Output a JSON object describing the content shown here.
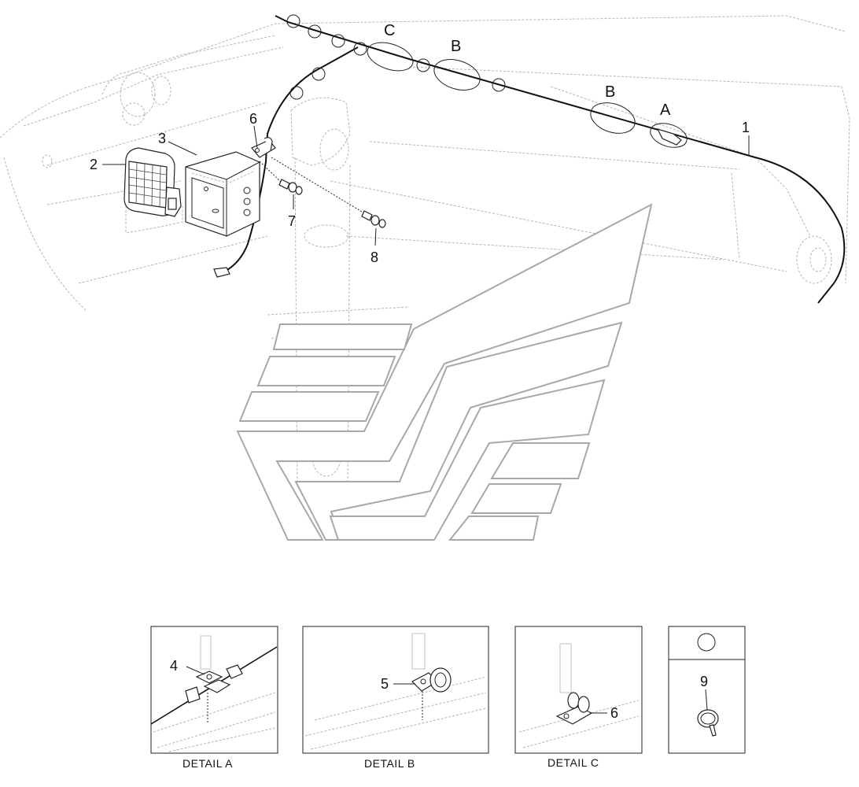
{
  "callouts": {
    "c1": "1",
    "c2": "2",
    "c3": "3",
    "c4": "4",
    "c5": "5",
    "c6": "6",
    "c7": "7",
    "c8": "8",
    "c9": "9"
  },
  "detail_markers": {
    "a": "A",
    "b1": "B",
    "b2": "B",
    "c": "C"
  },
  "detail_panels": {
    "detail_a": {
      "caption": "DETAIL  A",
      "callout": "4"
    },
    "detail_b": {
      "caption": "DETAIL  B",
      "callout": "5"
    },
    "detail_c": {
      "caption": "DETAIL  C",
      "callout": "6"
    },
    "part_9": {
      "callout": "9"
    }
  }
}
